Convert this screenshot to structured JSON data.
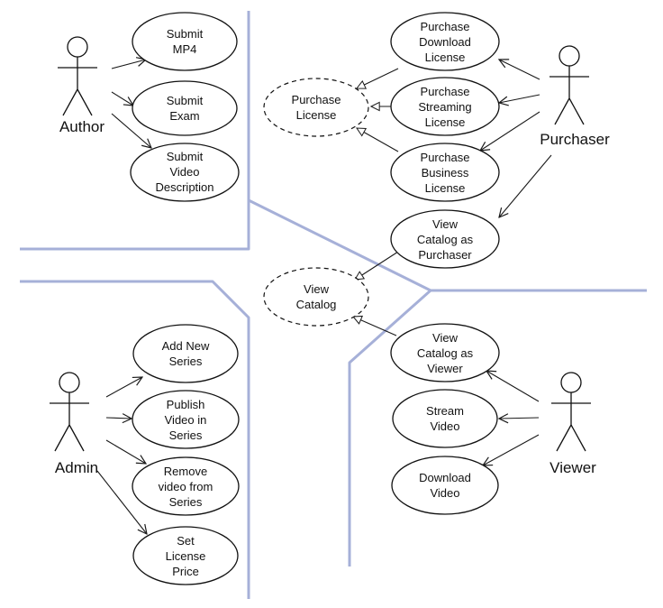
{
  "actors": {
    "author": "Author",
    "purchaser": "Purchaser",
    "admin": "Admin",
    "viewer": "Viewer"
  },
  "use_cases": {
    "submit_mp4": [
      "Submit",
      "MP4"
    ],
    "submit_exam": [
      "Submit",
      "Exam"
    ],
    "submit_video_description": [
      "Submit",
      "Video",
      "Description"
    ],
    "purchase_download_license": [
      "Purchase",
      "Download",
      "License"
    ],
    "purchase_license": [
      "Purchase",
      "License"
    ],
    "purchase_streaming_license": [
      "Purchase",
      "Streaming",
      "License"
    ],
    "purchase_business_license": [
      "Purchase",
      "Business",
      "License"
    ],
    "view_catalog_as_purchaser": [
      "View",
      "Catalog as",
      "Purchaser"
    ],
    "view_catalog": [
      "View",
      "Catalog"
    ],
    "add_new_series": [
      "Add New",
      "Series"
    ],
    "publish_video_in_series": [
      "Publish",
      "Video in",
      "Series"
    ],
    "remove_video_from_series": [
      "Remove",
      "video from",
      "Series"
    ],
    "set_license_price": [
      "Set",
      "License",
      "Price"
    ],
    "view_catalog_as_viewer": [
      "View",
      "Catalog as",
      "Viewer"
    ],
    "stream_video": [
      "Stream",
      "Video"
    ],
    "download_video": [
      "Download",
      "Video"
    ]
  }
}
